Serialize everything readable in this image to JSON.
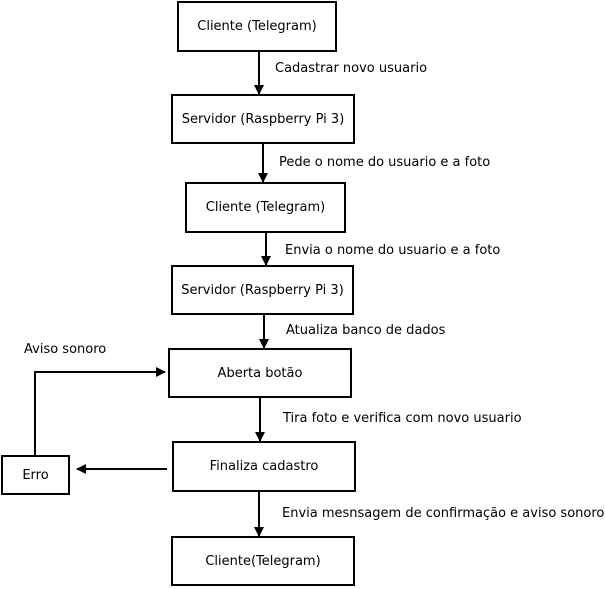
{
  "nodes": {
    "cliente_telegram_1": "Cliente (Telegram)",
    "servidor_rpi_1": "Servidor (Raspberry Pi 3)",
    "cliente_telegram_2": "Cliente (Telegram)",
    "servidor_rpi_2": "Servidor (Raspberry Pi 3)",
    "aberta_botao": "Aberta botão",
    "finaliza_cadastro": "Finaliza cadastro",
    "cliente_telegram_3": "Cliente(Telegram)",
    "erro": "Erro"
  },
  "edges": {
    "cadastrar": "Cadastrar novo usuario",
    "pede_nome": "Pede o nome do usuario e a foto",
    "envia_nome": "Envia o nome do usuario  e a foto",
    "atualiza": "Atualiza banco de dados",
    "tira_foto": "Tira foto e verifica com novo usuario",
    "envia_confirmacao": "Envia mesnsagem de confirmação  e aviso sonoro",
    "aviso_sonoro": "Aviso sonoro"
  },
  "colors": {
    "stroke": "#000000",
    "background": "#ffffff"
  }
}
